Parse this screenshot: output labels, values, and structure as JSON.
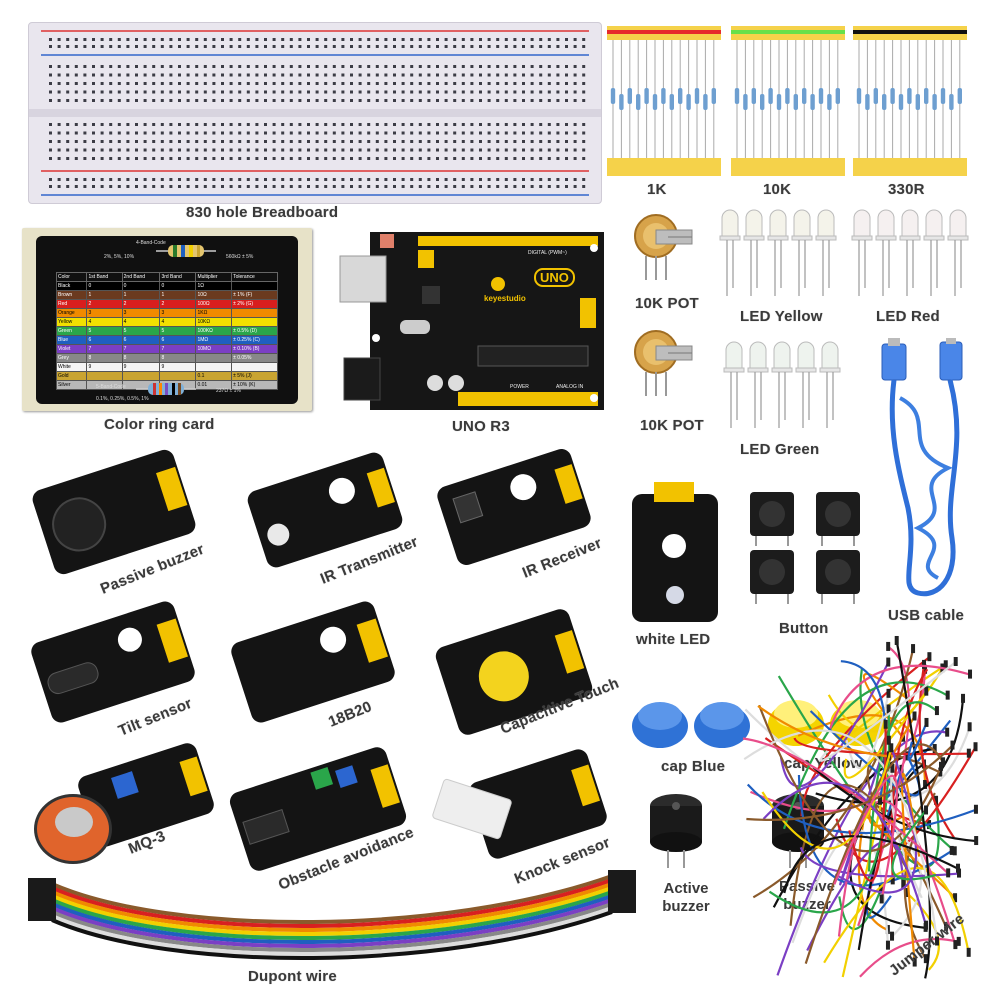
{
  "labels": {
    "breadcrumb": "830 hole Breadboard",
    "res_1k": "1K",
    "res_10k": "10K",
    "res_330r": "330R",
    "pot1": "10K POT",
    "pot2": "10K POT",
    "led_yellow": "LED Yellow",
    "led_red": "LED Red",
    "led_green": "LED Green",
    "color_card": "Color ring card",
    "uno": "UNO R3",
    "usb": "USB cable",
    "passive_buzzer_mod": "Passive buzzer",
    "ir_tx": "IR Transmitter",
    "ir_rx": "IR Receiver",
    "white_led": "white LED",
    "button": "Button",
    "tilt": "Tilt sensor",
    "ds18b20": "18B20",
    "cap_touch": "Capacitive Touch",
    "cap_blue": "cap Blue",
    "cap_yellow": "cap Yellow",
    "mq3": "MQ-3",
    "obstacle": "Obstacle avoidance",
    "knock": "Knock sensor",
    "active_buzzer": "Active\nbuzzer",
    "passive_buzzer": "Passive\nbuzzer",
    "jumper": "Jumper wire",
    "dupont": "Dupont wire"
  },
  "board_text": {
    "uno_logo": "UNO",
    "brand": "keyestudio",
    "digital": "DIGITAL (PWM~)",
    "power": "POWER",
    "analog": "ANALOG IN"
  },
  "color_card_text": {
    "band4": "4-Band-Code",
    "band5": "5-Band-Code",
    "tol_top": "2%, 5%, 10%",
    "tol_top2": "560kΩ ± 5%",
    "tol_bottom": "0.1%, 0.25%, 0.5%, 1%",
    "tol_bottom2": "237Ω ± 1%",
    "headers": [
      "Color",
      "1st Band",
      "2nd Band",
      "3rd Band",
      "Multiplier",
      "Tolerance"
    ],
    "rows": [
      [
        "Black",
        "0",
        "0",
        "0",
        "1Ω",
        ""
      ],
      [
        "Brown",
        "1",
        "1",
        "1",
        "10Ω",
        "± 1%",
        "(F)"
      ],
      [
        "Red",
        "2",
        "2",
        "2",
        "100Ω",
        "± 2%",
        "(G)"
      ],
      [
        "Orange",
        "3",
        "3",
        "3",
        "1KΩ",
        "",
        ""
      ],
      [
        "Yellow",
        "4",
        "4",
        "4",
        "10KΩ",
        "",
        ""
      ],
      [
        "Green",
        "5",
        "5",
        "5",
        "100KΩ",
        "± 0.5%",
        "(D)"
      ],
      [
        "Blue",
        "6",
        "6",
        "6",
        "1MΩ",
        "± 0.25%",
        "(C)"
      ],
      [
        "Violet",
        "7",
        "7",
        "7",
        "10MΩ",
        "± 0.10%",
        "(B)"
      ],
      [
        "Grey",
        "8",
        "8",
        "8",
        "",
        "± 0.05%",
        ""
      ],
      [
        "White",
        "9",
        "9",
        "9",
        "",
        "",
        ""
      ],
      [
        "Gold",
        "",
        "",
        "",
        "0.1",
        "± 5%",
        "(J)"
      ],
      [
        "Silver",
        "",
        "",
        "",
        "0.01",
        "± 10%",
        "(K)"
      ]
    ]
  },
  "colors": {
    "board_black": "#141414",
    "header_yellow": "#f2c200",
    "wire_blue": "#2f6fd8",
    "cap_blue": "#2f72d6",
    "cap_yellow": "#f4d400"
  }
}
